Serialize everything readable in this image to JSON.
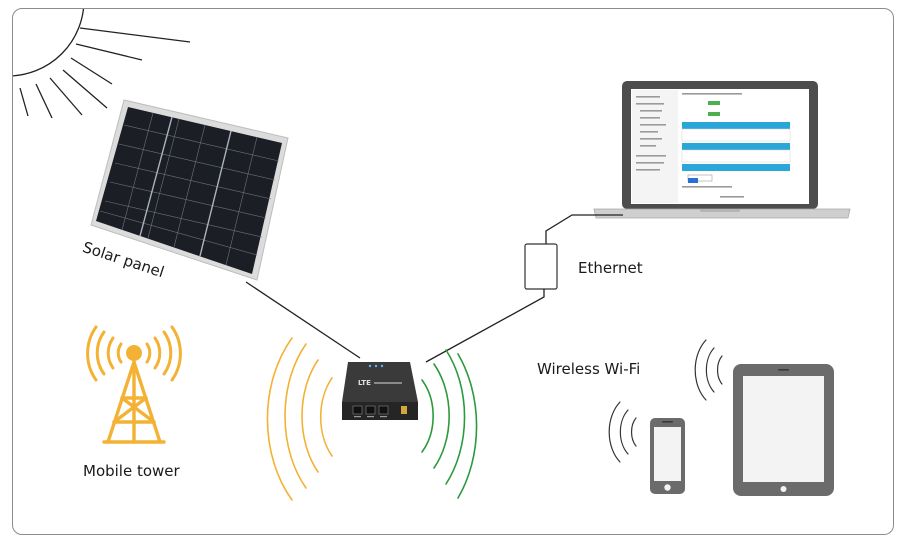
{
  "labels": {
    "solar_panel": "Solar panel",
    "ethernet": "Ethernet",
    "wireless_wifi": "Wireless Wi-Fi",
    "mobile_tower": "Mobile tower"
  },
  "router": {
    "brand": "LTE"
  },
  "colors": {
    "frame": "#8c8c8c",
    "cable": "#222222",
    "wave_left": "#f3b234",
    "wave_right": "#2c9a3c",
    "tower": "#f3b234",
    "device_body": "#6b6b6b",
    "device_screen": "#f3f3f3",
    "panel_cell": "#1a1d24",
    "router_body": "#2f2f2f"
  },
  "icons": [
    "sun-icon",
    "solar-panel-icon",
    "laptop-icon",
    "ethernet-adapter-icon",
    "router-icon",
    "mobile-tower-icon",
    "smartphone-icon",
    "tablet-icon",
    "wifi-waves-icon"
  ]
}
